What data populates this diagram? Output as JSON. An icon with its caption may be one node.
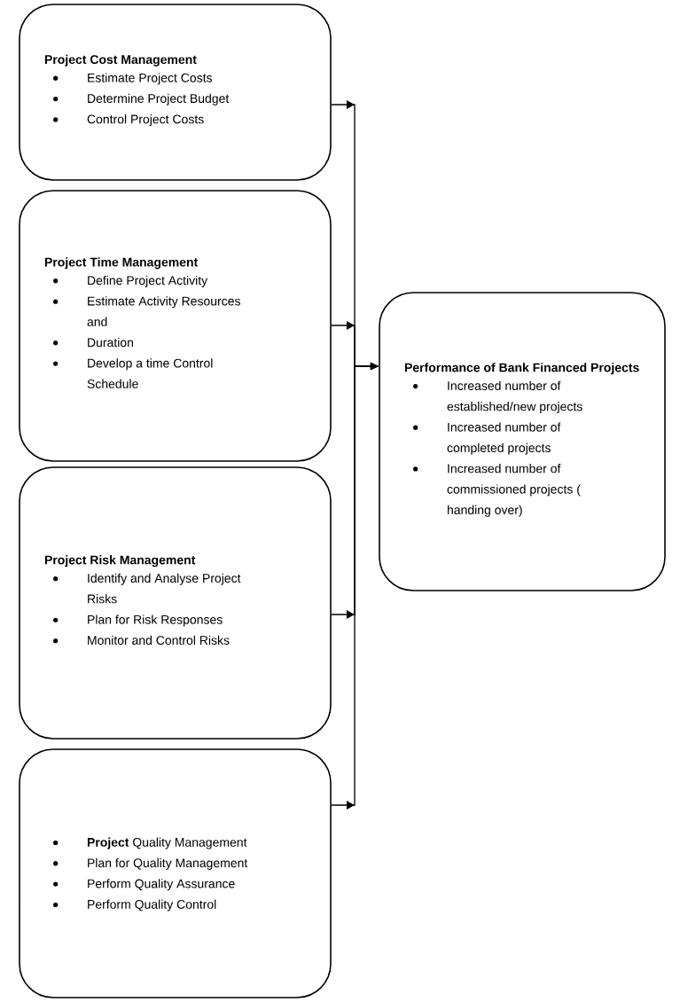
{
  "diagram": {
    "nodes": [
      {
        "text": [
          "Project Cost Management",
          "Estimate Project Costs",
          "Determine Project Budget",
          "Control Project Costs"
        ]
      },
      {
        "text": [
          "Project Time Management",
          "Define Project Activity",
          "Estimate Activity Resources and",
          "Duration",
          "Develop a time Control Schedule"
        ]
      },
      {
        "text": [
          "Project Risk Management",
          "Identify and Analyse Project Risks",
          "Plan for Risk Responses",
          "Monitor and Control Risks"
        ]
      },
      {
        "text": [
          "**Project** Quality Management",
          "Plan for Quality Management",
          "Perform Quality Assurance",
          "Perform Quality Control"
        ]
      },
      {
        "text": [
          "Performance of Bank Financed Projects",
          "Increased number of established/new projects",
          "Increased number of completed projects",
          "Increased number of commissioned projects ( handing over)"
        ]
      }
    ],
    "edges": [
      {
        "from": 0,
        "to": 4,
        "arrow": "to"
      },
      {
        "from": 1,
        "to": 4,
        "arrow": "to"
      },
      {
        "from": 2,
        "to": 4,
        "arrow": "to"
      },
      {
        "from": 3,
        "to": 4,
        "arrow": "to"
      }
    ]
  }
}
